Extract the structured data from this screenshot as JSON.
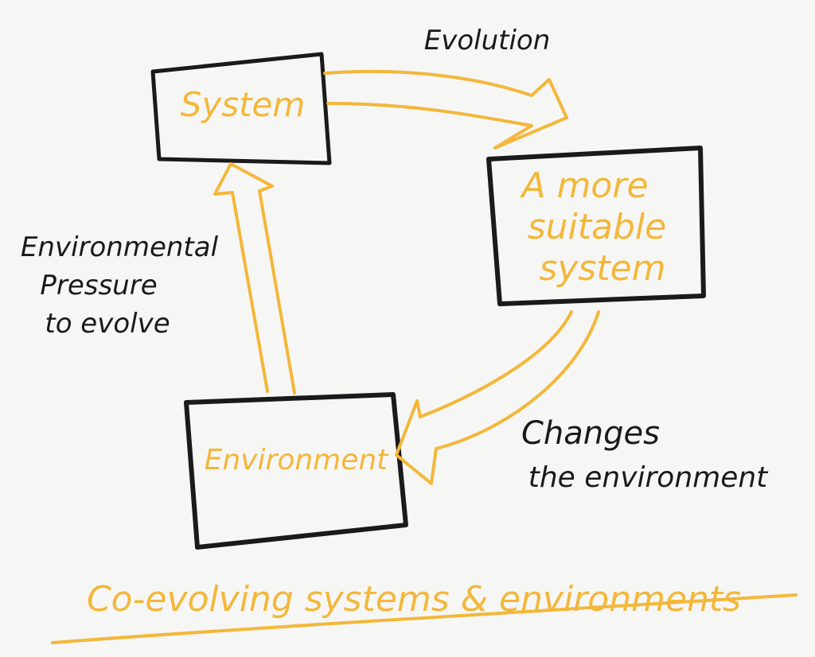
{
  "diagram": {
    "colors": {
      "ink": "#1a1a1a",
      "accent": "#f3b73a",
      "paper": "#f6f6f4"
    },
    "nodes": {
      "system": {
        "label": "System"
      },
      "better_system": {
        "lines": [
          "A more",
          "suitable",
          "system"
        ]
      },
      "environment": {
        "label": "Environment"
      }
    },
    "edges": {
      "evolution": {
        "label": "Evolution"
      },
      "changes": {
        "lines": [
          "Changes",
          "the environment"
        ]
      },
      "pressure": {
        "lines": [
          "Environmental",
          "Pressure",
          "to evolve"
        ]
      }
    },
    "title": "Co-evolving systems & environments"
  }
}
